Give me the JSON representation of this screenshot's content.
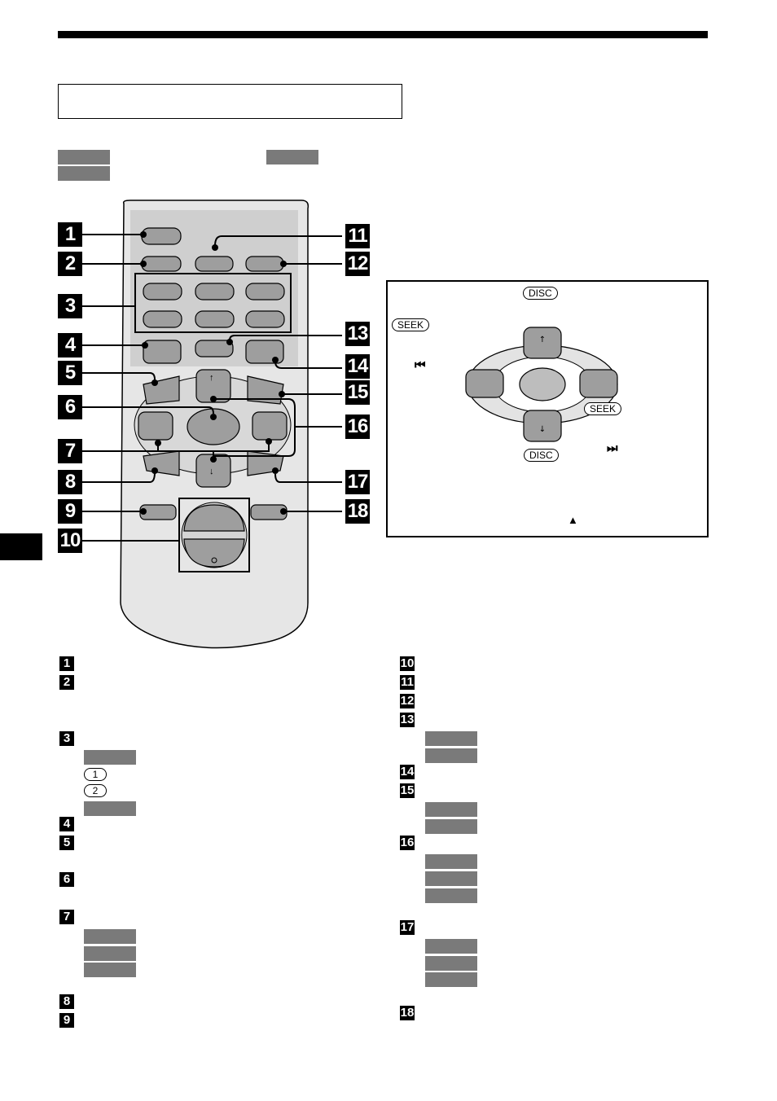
{
  "callouts_left": [
    "1",
    "2",
    "3",
    "4",
    "5",
    "6",
    "7",
    "8",
    "9",
    "10"
  ],
  "callouts_right": [
    "11",
    "12",
    "13",
    "14",
    "15",
    "16",
    "17",
    "18"
  ],
  "list_left": [
    "1",
    "2",
    "3",
    "4",
    "5",
    "6",
    "7",
    "8",
    "9"
  ],
  "list_right": [
    "10",
    "11",
    "12",
    "13",
    "14",
    "15",
    "16",
    "17",
    "18"
  ],
  "list_left_circled": [
    "1",
    "2"
  ],
  "panel": {
    "disc_top": "DISC",
    "seek_left": "SEEK",
    "seek_right": "SEEK",
    "disc_bottom": "DISC",
    "prev_symbol": "⏮",
    "next_symbol": "⏭",
    "eject_symbol": "▲"
  },
  "remote": {
    "up_arrow": "↑",
    "down_arrow": "↓"
  }
}
